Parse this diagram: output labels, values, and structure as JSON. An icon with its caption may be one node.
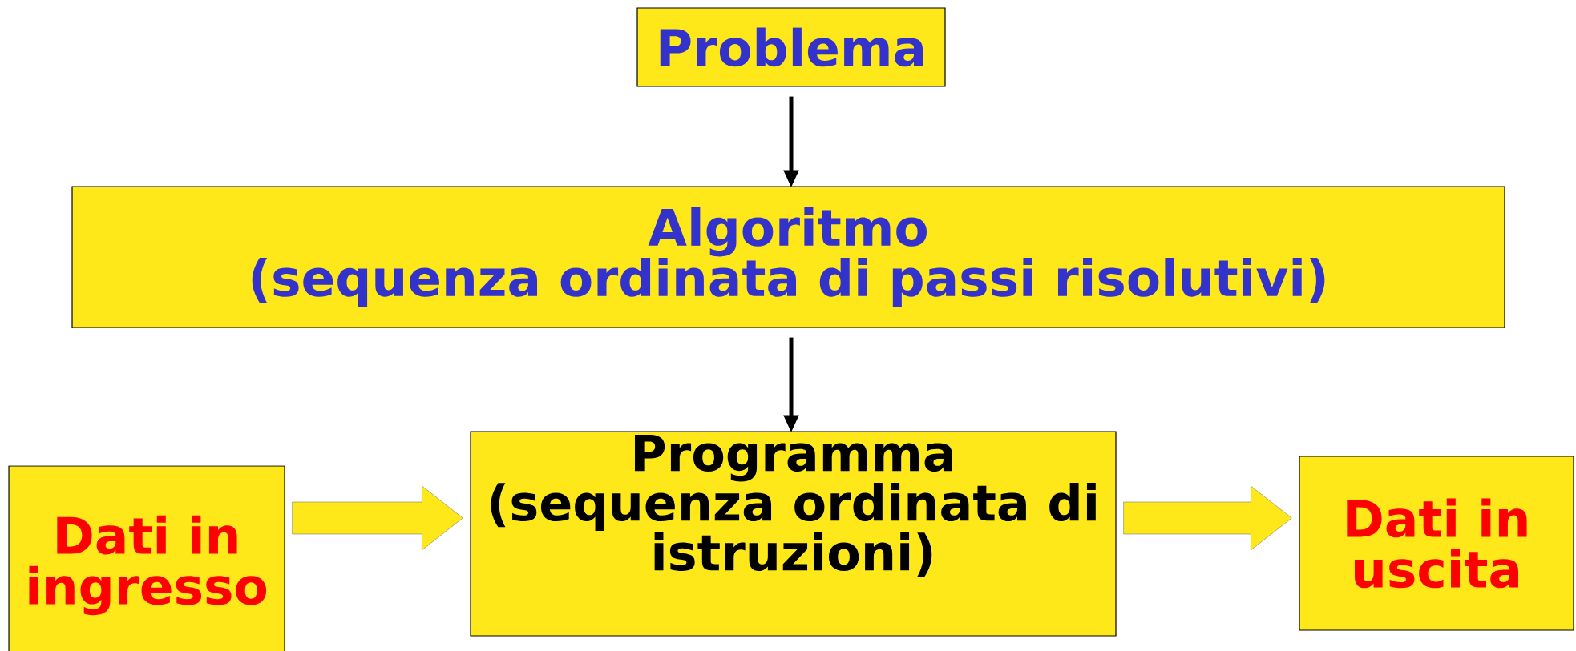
{
  "diagram": {
    "nodes": [
      {
        "text": [
          "Problema"
        ]
      },
      {
        "text": [
          "Algoritmo",
          "(sequenza ordinata di passi risolutivi)"
        ]
      },
      {
        "text": [
          "Programma",
          "(sequenza ordinata di istruzioni)"
        ]
      },
      {
        "text": [
          "Dati in ingresso"
        ]
      },
      {
        "text": [
          "Dati in uscita"
        ]
      }
    ],
    "edges": [
      {
        "from": 0,
        "to": 1,
        "arrow": "to"
      },
      {
        "from": 1,
        "to": 2,
        "arrow": "to"
      },
      {
        "from": 3,
        "to": 2,
        "arrow": "to"
      },
      {
        "from": 2,
        "to": 4,
        "arrow": "to"
      }
    ]
  }
}
